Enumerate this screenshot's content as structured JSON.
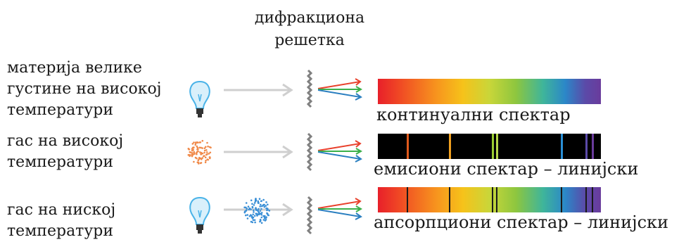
{
  "grating": {
    "line1": "дифракциона",
    "line2": "решетка"
  },
  "rows": [
    {
      "label": [
        "материја велике",
        "густине на високој",
        "температури"
      ],
      "source": "lightbulb-icon",
      "spectrum_label": "континуални спектар",
      "spectrum_type": "continuous"
    },
    {
      "label": [
        "гас на високој",
        "температури"
      ],
      "source": "hot-gas-cloud-icon",
      "spectrum_label": "емисиони спектар – линијски",
      "spectrum_type": "emission",
      "lines": [
        {
          "pos": 0.13,
          "color": "#e05a1c"
        },
        {
          "pos": 0.32,
          "color": "#f0a020"
        },
        {
          "pos": 0.51,
          "color": "#9acd32"
        },
        {
          "pos": 0.53,
          "color": "#b6d94a"
        },
        {
          "pos": 0.82,
          "color": "#2a8fd6"
        },
        {
          "pos": 0.93,
          "color": "#5b4aa8"
        },
        {
          "pos": 0.96,
          "color": "#6a3b9c"
        }
      ]
    },
    {
      "label": [
        "гас на ниској",
        "температури"
      ],
      "source": "lightbulb-and-cool-gas-icon",
      "spectrum_label": "апсорпциони спектар – линијски",
      "spectrum_type": "absorption",
      "lines": [
        0.13,
        0.32,
        0.51,
        0.53,
        0.82,
        0.93,
        0.96
      ]
    }
  ],
  "colors": {
    "arrow": "#cfcfcf",
    "ray_red": "#e8412c",
    "ray_green": "#3bb04a",
    "ray_blue": "#2a7fc0",
    "grating": "#808080",
    "bulb": "#4ab3e8",
    "hot_gas": "#f08a4a",
    "cool_gas": "#3a8fd6"
  }
}
